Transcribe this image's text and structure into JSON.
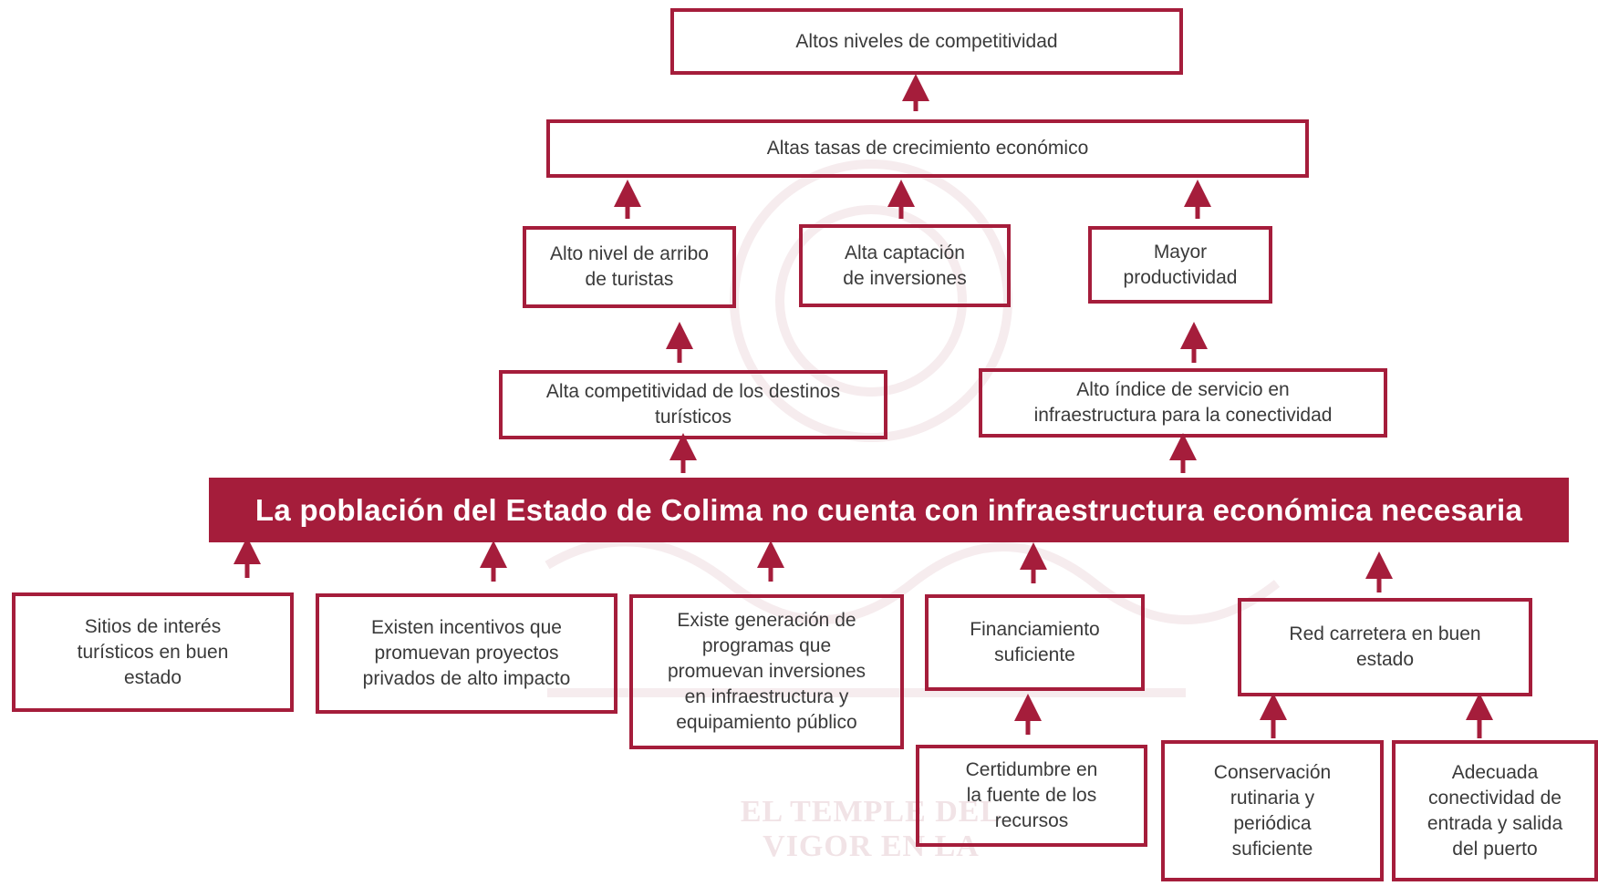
{
  "colors": {
    "accent": "#a51d3b",
    "text": "#3a3a3a",
    "watermark": "#f1e3e6"
  },
  "watermark": {
    "line1": "EL TEMPLE DEL",
    "line2": "VIGOR EN LA"
  },
  "effects": {
    "top": "Altos niveles de competitividad",
    "growth": "Altas tasas de crecimiento económico",
    "tourists": "Alto nivel de arribo\nde turistas",
    "investment": "Alta captación\nde inversiones",
    "productivity": "Mayor\nproductividad",
    "destinations": "Alta competitividad de los destinos\nturísticos",
    "connectivity": "Alto índice de servicio en\ninfraestructura para la conectividad"
  },
  "problem": "La población del Estado de Colima no cuenta con infraestructura económica necesaria",
  "causes": {
    "sites": "Sitios de interés\nturísticos en buen\nestado",
    "incentives": "Existen incentivos que\npromuevan proyectos\nprivados de alto impacto",
    "programs": "Existe generación de\nprogramas que\npromuevan inversiones\nen infraestructura y\nequipamiento público",
    "financing": "Financiamiento\nsuficiente",
    "roads": "Red carretera en buen\nestado",
    "certainty": "Certidumbre en\nla fuente de los\nrecursos",
    "maintenance": "Conservación\nrutinaria y\nperiódica\nsuficiente",
    "port": "Adecuada\nconectividad de\nentrada y salida\ndel puerto"
  }
}
